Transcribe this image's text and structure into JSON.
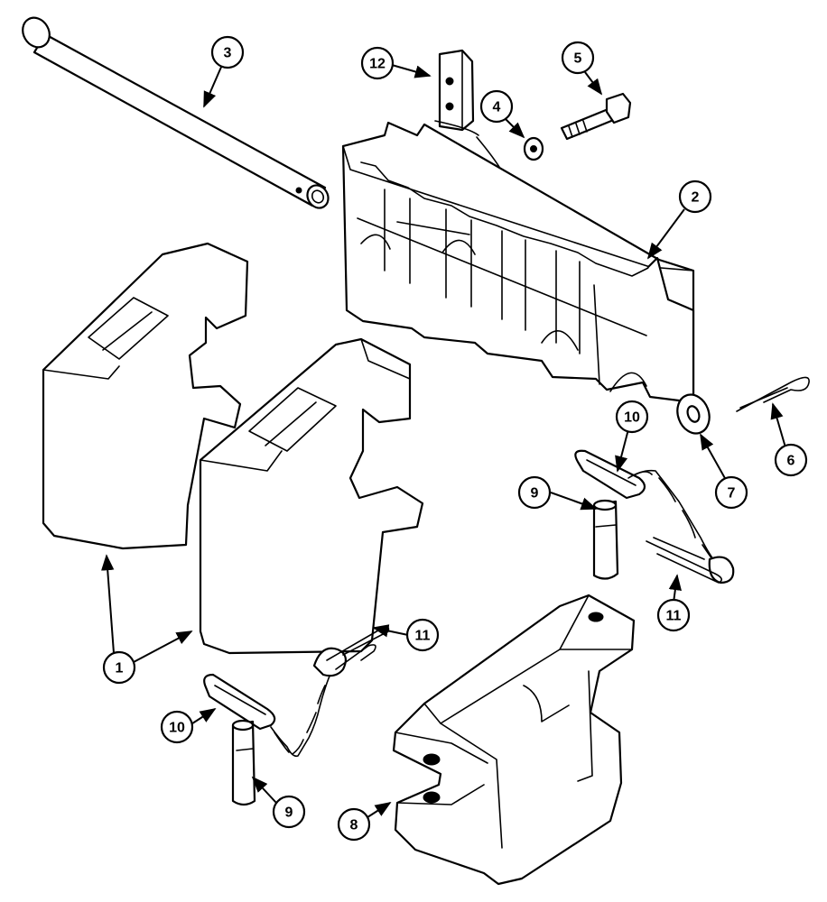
{
  "callouts": {
    "c1": "1",
    "c2": "2",
    "c3": "3",
    "c4": "4",
    "c5": "5",
    "c6": "6",
    "c7": "7",
    "c8": "8",
    "c9a": "9",
    "c9b": "9",
    "c10a": "10",
    "c10b": "10",
    "c11a": "11",
    "c11b": "11",
    "c12": "12"
  },
  "colors": {
    "line": "#000000",
    "background": "#ffffff"
  }
}
